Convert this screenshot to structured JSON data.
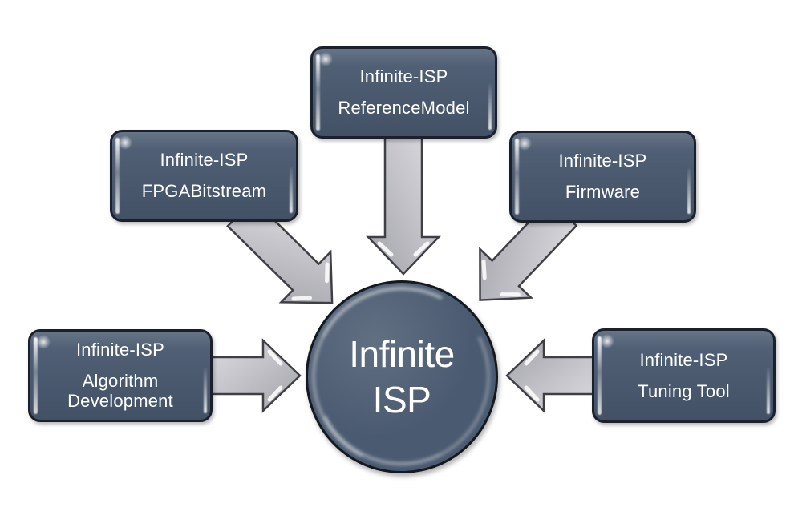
{
  "diagram": {
    "center": {
      "line1": "Infinite",
      "line2": "ISP"
    },
    "nodes": [
      {
        "id": "reference-model",
        "title": "Infinite-ISP",
        "subtitle": "ReferenceModel"
      },
      {
        "id": "fpga-bitstream",
        "title": "Infinite-ISP",
        "subtitle": "FPGABitstream"
      },
      {
        "id": "firmware",
        "title": "Infinite-ISP",
        "subtitle": "Firmware"
      },
      {
        "id": "algorithm-development",
        "title": "Infinite-ISP",
        "subtitle": "Algorithm\nDevelopment"
      },
      {
        "id": "tuning-tool",
        "title": "Infinite-ISP",
        "subtitle": "Tuning Tool"
      }
    ],
    "arrows": [
      {
        "from": "reference-model",
        "to": "center"
      },
      {
        "from": "fpga-bitstream",
        "to": "center"
      },
      {
        "from": "firmware",
        "to": "center"
      },
      {
        "from": "algorithm-development",
        "to": "center"
      },
      {
        "from": "tuning-tool",
        "to": "center"
      }
    ],
    "colors": {
      "background": "#ffffff",
      "node_fill": "#4a5a70",
      "node_border": "#1b212c",
      "text": "#ffffff",
      "arrow_fill_light": "#dcdce0",
      "arrow_fill_mid": "#c3c3c9",
      "arrow_fill_dark": "#a2a2aa",
      "arrow_border": "#3f3f46",
      "highlight": "#ffffff"
    }
  }
}
